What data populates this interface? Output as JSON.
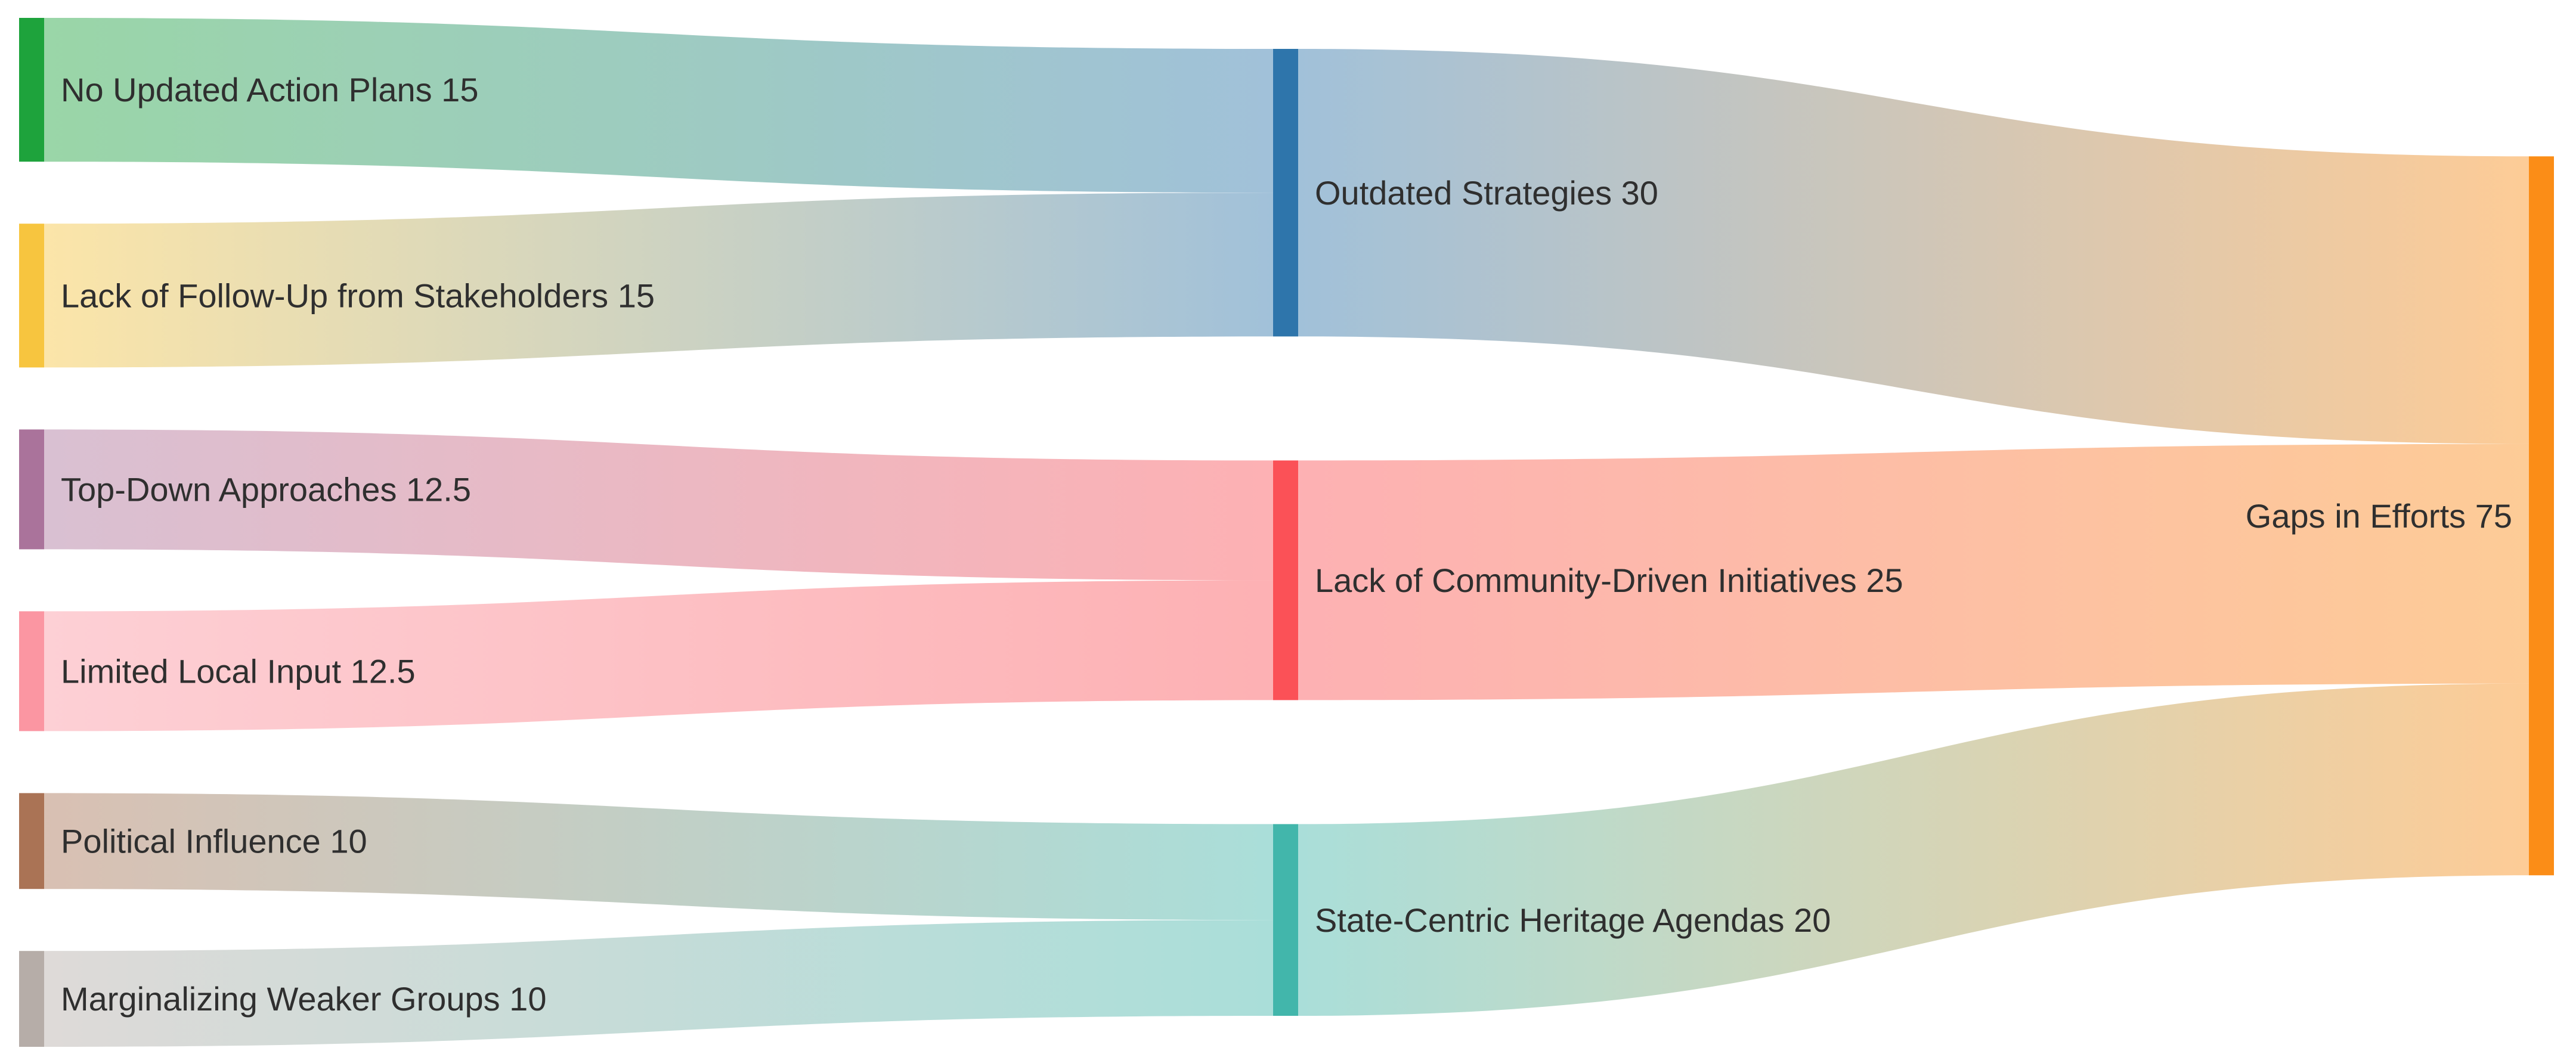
{
  "chart_data": {
    "type": "sankey",
    "title": "",
    "background_color": "#ffffff",
    "text_color": "#2f2f2f",
    "link_opacity": 0.45,
    "label_format": "{name} {value}",
    "columns": 3,
    "nodes": [
      {
        "id": "no-updated-action-plans",
        "name": "No Updated Action Plans",
        "value": 15,
        "column": 0,
        "color": "#1ea33c",
        "label": "No Updated Action Plans 15"
      },
      {
        "id": "lack-of-follow-up-from-stakeholders",
        "name": "Lack of Follow-Up from Stakeholders",
        "value": 15,
        "column": 0,
        "color": "#f7c53f",
        "label": "Lack of Follow-Up from Stakeholders 15"
      },
      {
        "id": "top-down-approaches",
        "name": "Top-Down Approaches",
        "value": 12.5,
        "column": 0,
        "color": "#aa739b",
        "label": "Top-Down Approaches 12.5"
      },
      {
        "id": "limited-local-input",
        "name": "Limited Local Input",
        "value": 12.5,
        "column": 0,
        "color": "#fb96a2",
        "label": "Limited Local Input 12.5"
      },
      {
        "id": "political-influence",
        "name": "Political Influence",
        "value": 10,
        "column": 0,
        "color": "#aa7355",
        "label": "Political Influence 10"
      },
      {
        "id": "marginalizing-weaker-groups",
        "name": "Marginalizing Weaker Groups",
        "value": 10,
        "column": 0,
        "color": "#b6ada8",
        "label": "Marginalizing Weaker Groups 10"
      },
      {
        "id": "outdated-strategies",
        "name": "Outdated Strategies",
        "value": 30,
        "column": 1,
        "color": "#2e75ab",
        "label": "Outdated Strategies 30"
      },
      {
        "id": "lack-of-community-driven-initiatives",
        "name": "Lack of Community-Driven Initiatives",
        "value": 25,
        "column": 1,
        "color": "#fb5157",
        "label": "Lack of Community-Driven Initiatives 25"
      },
      {
        "id": "state-centric-heritage-agendas",
        "name": "State-Centric Heritage Agendas",
        "value": 20,
        "column": 1,
        "color": "#42b6ab",
        "label": "State-Centric Heritage Agendas 20"
      },
      {
        "id": "gaps-in-efforts",
        "name": "Gaps in Efforts",
        "value": 75,
        "column": 2,
        "color": "#fb8d17",
        "label": "Gaps in Efforts 75"
      }
    ],
    "links": [
      {
        "source": "no-updated-action-plans",
        "target": "outdated-strategies",
        "value": 15
      },
      {
        "source": "lack-of-follow-up-from-stakeholders",
        "target": "outdated-strategies",
        "value": 15
      },
      {
        "source": "top-down-approaches",
        "target": "lack-of-community-driven-initiatives",
        "value": 12.5
      },
      {
        "source": "limited-local-input",
        "target": "lack-of-community-driven-initiatives",
        "value": 12.5
      },
      {
        "source": "political-influence",
        "target": "state-centric-heritage-agendas",
        "value": 10
      },
      {
        "source": "marginalizing-weaker-groups",
        "target": "state-centric-heritage-agendas",
        "value": 10
      },
      {
        "source": "outdated-strategies",
        "target": "gaps-in-efforts",
        "value": 30
      },
      {
        "source": "lack-of-community-driven-initiatives",
        "target": "gaps-in-efforts",
        "value": 25
      },
      {
        "source": "state-centric-heritage-agendas",
        "target": "gaps-in-efforts",
        "value": 20
      }
    ]
  }
}
